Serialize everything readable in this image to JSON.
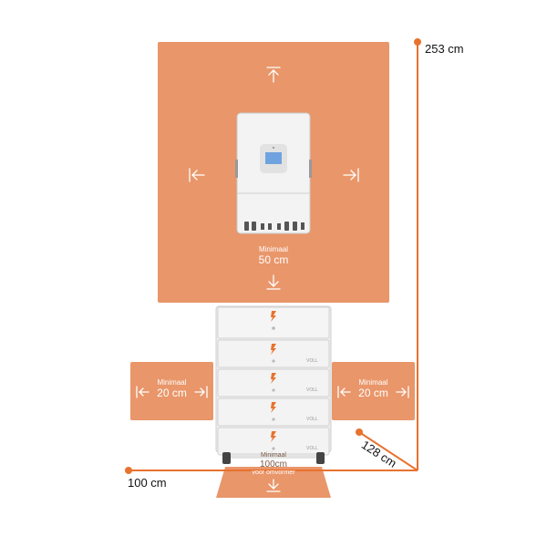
{
  "colors": {
    "clearance": "#E9966A",
    "accent": "#E8722E",
    "device": "#F1F1F1",
    "outline": "#C8C8C8"
  },
  "clearance": {
    "top": {
      "label_small": "Minimaal",
      "label_big": "50 cm"
    },
    "left": {
      "label_small": "Minimaal",
      "label_big": "20 cm"
    },
    "right": {
      "label_small": "Minimaal",
      "label_big": "20 cm"
    },
    "front": {
      "label_small": "Minimaal",
      "label_big": "100cm",
      "label_sub": "voor omvormer"
    }
  },
  "dimensions": {
    "height": "253 cm",
    "depth": "128 cm",
    "width": "100 cm"
  },
  "battery": {
    "module_count": 4,
    "brand": "VOLL"
  },
  "icons": [
    "arrow-up-to-line-icon",
    "arrow-left-to-line-icon",
    "arrow-right-to-line-icon",
    "arrow-down-icon",
    "lightning-bolt-icon"
  ]
}
